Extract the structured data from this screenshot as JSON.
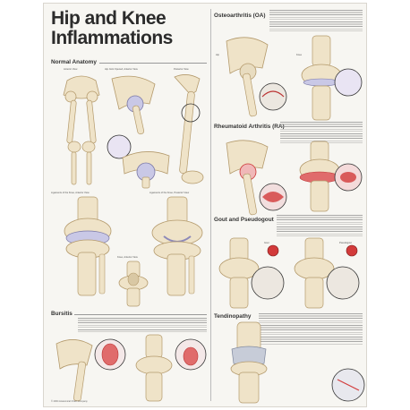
{
  "poster": {
    "title_line1": "Hip and Knee",
    "title_line2": "Inflammations",
    "sections": {
      "normal_anatomy": "Normal Anatomy",
      "bursitis": "Bursitis",
      "osteoarthritis": "Osteoarthritis (OA)",
      "rheumatoid": "Rheumatoid Arthritis (RA)",
      "gout": "Gout and Pseudogout",
      "tendinopathy": "Tendinopathy"
    },
    "captions": {
      "anterior_view": "Anterior View",
      "hip_joint_anterior": "Hip Joint Opened, Anterior View",
      "posterior_view": "Posterior View",
      "knee_anterior": "Ligaments of the Knee, Anterior View",
      "knee_posterior": "Ligaments of the Knee, Posterior View",
      "knee_lateral": "Knee, Anterior View",
      "hip": "Hip",
      "knee": "Knee",
      "gout_label": "Gout",
      "pseudogout_label": "Pseudogout"
    },
    "footer": "© 2004 Anatomical Chart Company"
  },
  "colors": {
    "title": "#2b2b2b",
    "bone": "#efe3c8",
    "bone_shade": "#d8c49c",
    "cartilage": "#c9c8e6",
    "inflamed": "#d23a3a",
    "tendon": "#c7ccd8"
  }
}
